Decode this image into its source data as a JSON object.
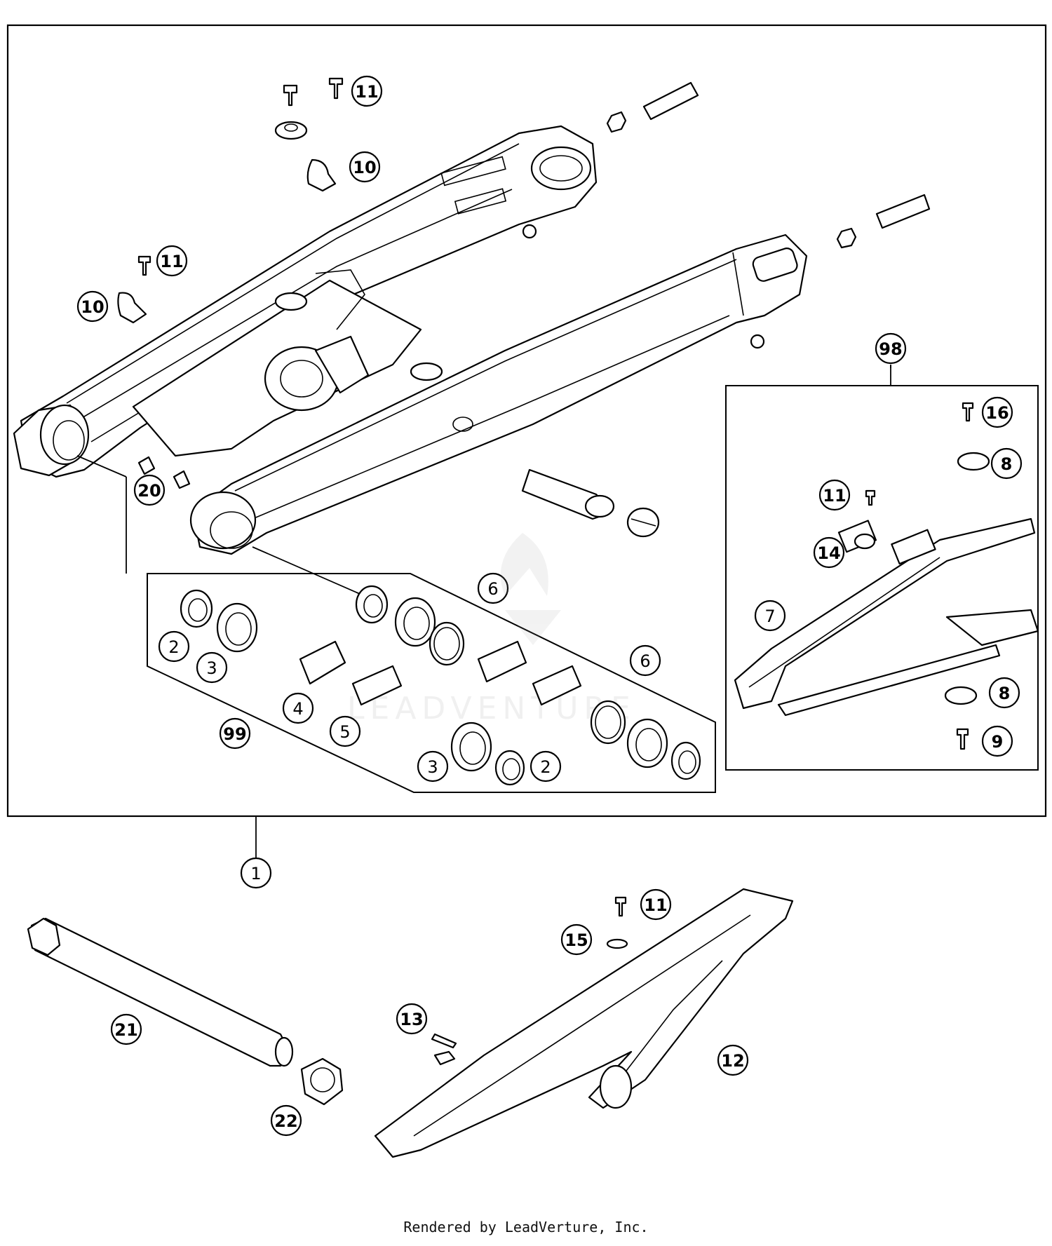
{
  "footer": "Rendered by LeadVerture, Inc.",
  "watermark": {
    "text": "LEADVENTURE",
    "logo_icon": "flame-logo-icon"
  },
  "callouts": [
    {
      "id": "c1",
      "label": "1"
    },
    {
      "id": "c2a",
      "label": "2"
    },
    {
      "id": "c3a",
      "label": "3"
    },
    {
      "id": "c4",
      "label": "4"
    },
    {
      "id": "c5",
      "label": "5"
    },
    {
      "id": "c6a",
      "label": "6"
    },
    {
      "id": "c6b",
      "label": "6"
    },
    {
      "id": "c3b",
      "label": "3"
    },
    {
      "id": "c2b",
      "label": "2"
    },
    {
      "id": "c99",
      "label": "99"
    },
    {
      "id": "c20",
      "label": "20"
    },
    {
      "id": "c10a",
      "label": "10"
    },
    {
      "id": "c10b",
      "label": "10"
    },
    {
      "id": "c11a",
      "label": "11"
    },
    {
      "id": "c11b",
      "label": "11"
    },
    {
      "id": "c98",
      "label": "98"
    },
    {
      "id": "c16",
      "label": "16"
    },
    {
      "id": "c8a",
      "label": "8"
    },
    {
      "id": "c11c",
      "label": "11"
    },
    {
      "id": "c14",
      "label": "14"
    },
    {
      "id": "c7",
      "label": "7"
    },
    {
      "id": "c8b",
      "label": "8"
    },
    {
      "id": "c9",
      "label": "9"
    },
    {
      "id": "c11d",
      "label": "11"
    },
    {
      "id": "c15",
      "label": "15"
    },
    {
      "id": "c13",
      "label": "13"
    },
    {
      "id": "c12",
      "label": "12"
    },
    {
      "id": "c21",
      "label": "21"
    },
    {
      "id": "c22",
      "label": "22"
    }
  ]
}
